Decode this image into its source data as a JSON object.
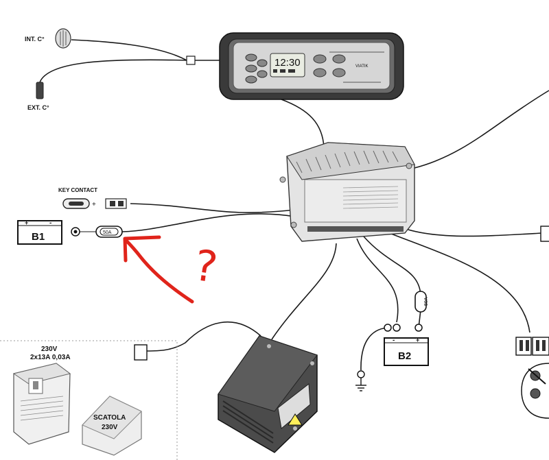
{
  "sensors": {
    "int_label": "INT. C°",
    "ext_label": "EXT. C°"
  },
  "panel": {
    "clock_text": "12:30",
    "brand_text": "VIATIK"
  },
  "key_contact": {
    "label": "KEY CONTACT",
    "plus": "+"
  },
  "battery_b1": {
    "label": "B1",
    "plus": "+",
    "minus": "-",
    "fuse_label": "50A"
  },
  "battery_b2": {
    "label": "B2",
    "plus": "+",
    "minus": "-",
    "fuse_label": "50A"
  },
  "annotation": {
    "text": "?",
    "color": "#e0241b"
  },
  "mains": {
    "spec_line1": "230V",
    "spec_line2": "2x13A 0,03A",
    "box_label_line1": "SCATOLA",
    "box_label_line2": "230V"
  },
  "colors": {
    "wire": "#1a1a1a",
    "panel_dark": "#3a3a3a",
    "panel_face": "#d6d6d6",
    "module_body": "#e4e4e4",
    "charger_dark": "#4b4b4b"
  }
}
